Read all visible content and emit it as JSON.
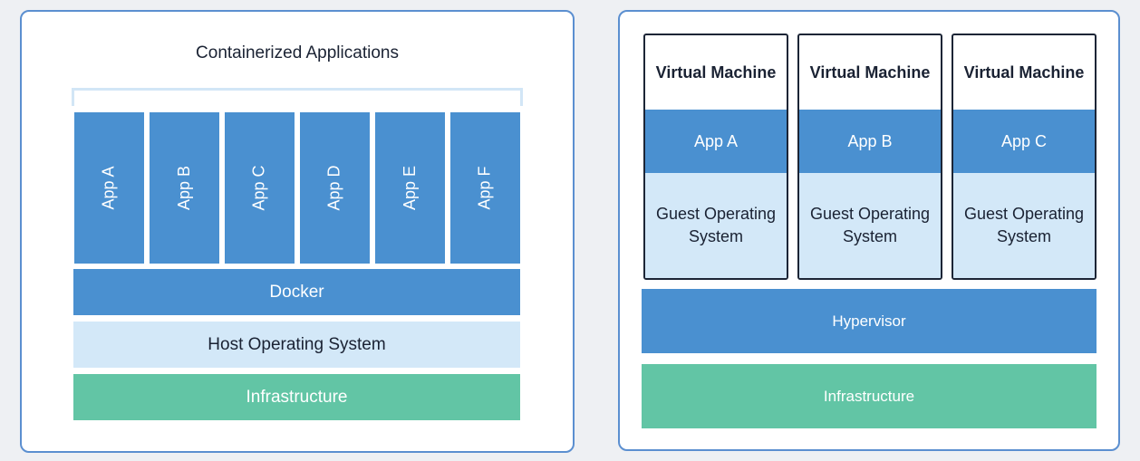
{
  "left": {
    "title": "Containerized Applications",
    "apps": [
      "App A",
      "App B",
      "App C",
      "App D",
      "App E",
      "App F"
    ],
    "docker": "Docker",
    "host_os": "Host Operating System",
    "infrastructure": "Infrastructure"
  },
  "right": {
    "vms": [
      {
        "title": "Virtual Machine",
        "app": "App A",
        "guest": "Guest Operating System"
      },
      {
        "title": "Virtual Machine",
        "app": "App B",
        "guest": "Guest Operating System"
      },
      {
        "title": "Virtual Machine",
        "app": "App C",
        "guest": "Guest Operating System"
      }
    ],
    "hypervisor": "Hypervisor",
    "infrastructure": "Infrastructure"
  },
  "colors": {
    "app_blue": "#4a90d0",
    "light_blue": "#d3e8f8",
    "green": "#62c5a5",
    "border": "#5b8fd0"
  }
}
